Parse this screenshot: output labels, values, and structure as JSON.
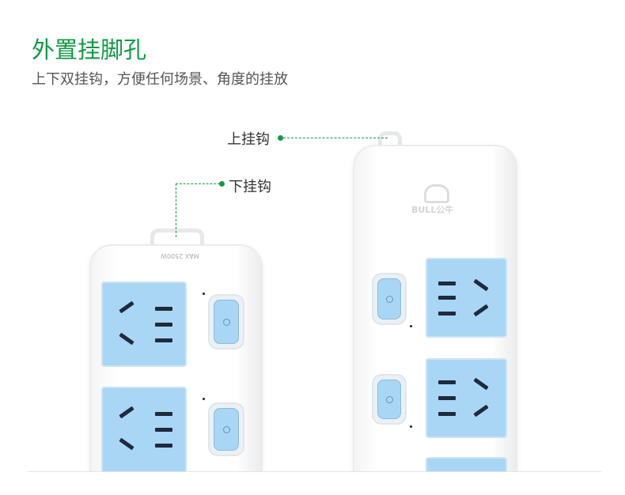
{
  "heading": {
    "title": "外置挂脚孔",
    "subtitle": "上下双挂钩，方便任何场景、角度的挂放"
  },
  "callouts": {
    "upper_hook": "上挂钩",
    "lower_hook": "下挂钩"
  },
  "product": {
    "rating_label": "MAX 2500W",
    "brand": "BULL公牛"
  },
  "colors": {
    "accent": "#109a45",
    "socket": "#a9d6f5"
  }
}
